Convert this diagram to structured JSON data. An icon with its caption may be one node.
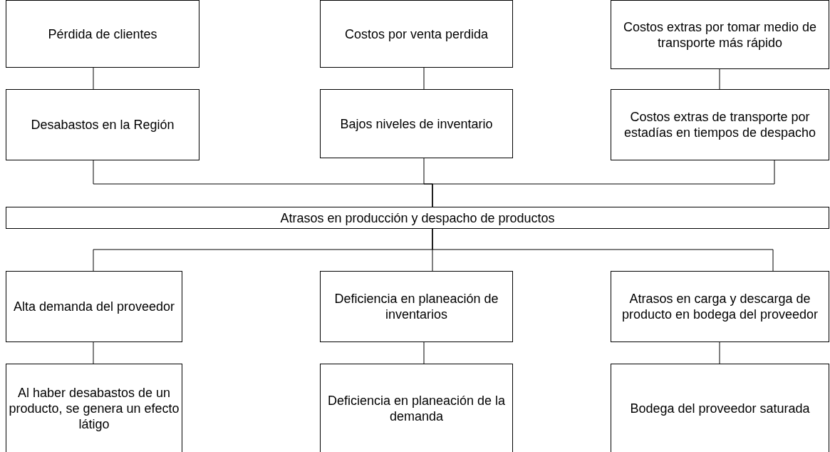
{
  "diagram": {
    "nodes": [
      {
        "text": [
          "Pérdida de clientes"
        ]
      },
      {
        "text": [
          "Costos por venta perdida"
        ]
      },
      {
        "text": [
          "Costos extras por tomar medio de transporte más rápido"
        ]
      },
      {
        "text": [
          "Desabastos en la Región"
        ]
      },
      {
        "text": [
          "Bajos niveles de inventario"
        ]
      },
      {
        "text": [
          "Costos extras de transporte por estadías en tiempos de despacho"
        ]
      },
      {
        "text": [
          "Atrasos en producción y despacho de productos"
        ]
      },
      {
        "text": [
          "Alta demanda del proveedor"
        ]
      },
      {
        "text": [
          "Deficiencia en planeación de inventarios"
        ]
      },
      {
        "text": [
          "Atrasos en carga y descarga de producto en bodega del proveedor"
        ]
      },
      {
        "text": [
          "Al haber desabastos de un producto, se genera un efecto látigo"
        ]
      },
      {
        "text": [
          "Deficiencia en planeación de la demanda"
        ]
      },
      {
        "text": [
          "Bodega del proveedor saturada"
        ]
      }
    ],
    "edges": [
      {
        "from": 0,
        "to": 3,
        "arrow": "none"
      },
      {
        "from": 1,
        "to": 4,
        "arrow": "none"
      },
      {
        "from": 2,
        "to": 5,
        "arrow": "none"
      },
      {
        "from": 3,
        "to": 6,
        "arrow": "none"
      },
      {
        "from": 4,
        "to": 6,
        "arrow": "none"
      },
      {
        "from": 5,
        "to": 6,
        "arrow": "none"
      },
      {
        "from": 6,
        "to": 7,
        "arrow": "none"
      },
      {
        "from": 6,
        "to": 8,
        "arrow": "none"
      },
      {
        "from": 6,
        "to": 9,
        "arrow": "none"
      },
      {
        "from": 7,
        "to": 10,
        "arrow": "none"
      },
      {
        "from": 8,
        "to": 11,
        "arrow": "none"
      },
      {
        "from": 9,
        "to": 12,
        "arrow": "none"
      }
    ]
  }
}
